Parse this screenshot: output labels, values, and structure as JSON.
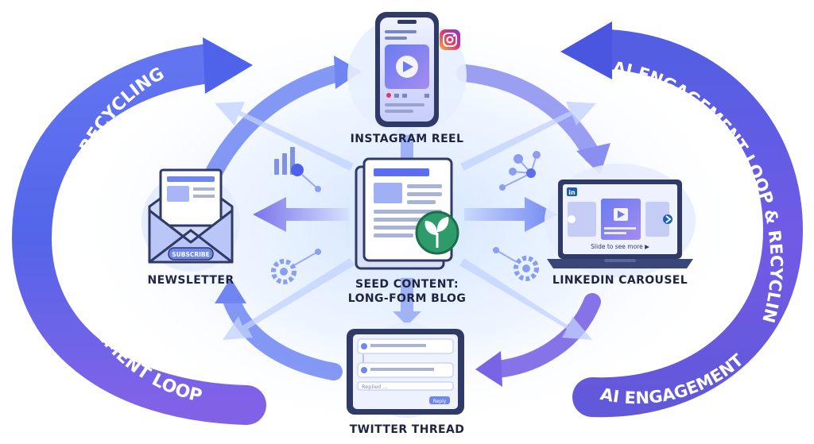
{
  "colors": {
    "deep_blue": "#3b55d9",
    "violet": "#7a5ae6",
    "light_blue": "#9fb8ff",
    "glow": "#cfe3ff",
    "device": "#2f3a66",
    "accent_green": "#2e9b6a"
  },
  "center": {
    "label_line1": "SEED CONTENT:",
    "label_line2": "LONG-FORM BLOG",
    "icon": "sprout-icon"
  },
  "nodes": {
    "instagram": {
      "label": "INSTAGRAM REEL",
      "icon": "instagram-icon"
    },
    "newsletter": {
      "label": "NEWSLETTER",
      "button_text": "SUBSCRIBE",
      "icon": "envelope-icon"
    },
    "linkedin": {
      "label": "LINKEDIN CAROUSEL",
      "badge": "in",
      "caption": "Slide to see more ▶"
    },
    "twitter": {
      "label": "TWITTER THREAD",
      "input_placeholder": "Replied ...",
      "reply_button": "Reply"
    }
  },
  "ring_labels": {
    "left_top": "LOOP & RECYCLING",
    "left_bottom": "AI ENGAGEMENT LOOP",
    "right_top": "AI ENGAGEMENT LOOP & RECYCLING",
    "right_bottom": "AI ENGAGEMENT"
  },
  "decorations": [
    "bar-chart-icon",
    "network-icon",
    "gear-icon",
    "gear-icon"
  ]
}
